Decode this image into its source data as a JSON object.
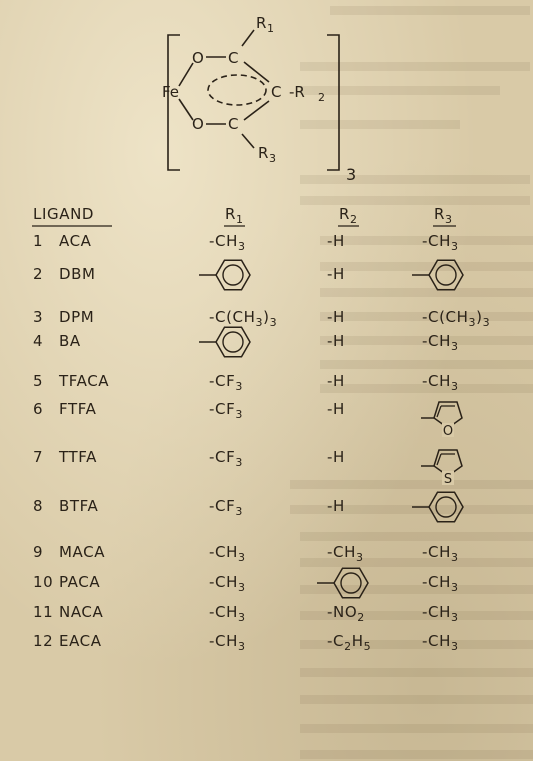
{
  "structure": {
    "metal": "Fe",
    "oxygen_top": "O",
    "oxygen_bottom": "O",
    "carbon_top": "C",
    "carbon_mid": "C",
    "carbon_bottom": "C",
    "r1": "R",
    "r1_sub": "1",
    "r2_bond": "-R",
    "r2_sub": "2",
    "r3": "R",
    "r3_sub": "3",
    "multiplier": "3"
  },
  "table": {
    "headers": {
      "ligand": "LIGAND",
      "r1": "R",
      "r1_sub": "1",
      "r2": "R",
      "r2_sub": "2",
      "r3": "R",
      "r3_sub": "3"
    },
    "rows": [
      {
        "num": "1.",
        "name": "ACA",
        "r1": "-CH3",
        "r2": "-H",
        "r3": "-CH3"
      },
      {
        "num": "2.",
        "name": "DBM",
        "r1": "phenyl",
        "r2": "-H",
        "r3": "phenyl"
      },
      {
        "num": "3.",
        "name": "DPM",
        "r1": "-C(CH3)3",
        "r2": "-H",
        "r3": "-C(CH3)3"
      },
      {
        "num": "4.",
        "name": "BA",
        "r1": "phenyl",
        "r2": "-H",
        "r3": "-CH3"
      },
      {
        "num": "5",
        "name": "TFACA",
        "r1": "-CF3",
        "r2": "-H",
        "r3": "-CH3"
      },
      {
        "num": "6.",
        "name": "FTFA",
        "r1": "-CF3",
        "r2": "-H",
        "r3": "furyl"
      },
      {
        "num": "7.",
        "name": "TTFA",
        "r1": "-CF3",
        "r2": "-H",
        "r3": "thienyl"
      },
      {
        "num": "8.",
        "name": "BTFA",
        "r1": "-CF3",
        "r2": "-H",
        "r3": "phenyl"
      },
      {
        "num": "9.",
        "name": "MACA",
        "r1": "-CH3",
        "r2": "-CH3",
        "r3": "-CH3"
      },
      {
        "num": "10.",
        "name": "PACA",
        "r1": "-CH3",
        "r2": "phenyl",
        "r3": "-CH3"
      },
      {
        "num": "11.",
        "name": "NACA",
        "r1": "-CH3",
        "r2": "-NO2",
        "r3": "-CH3"
      },
      {
        "num": "12.",
        "name": "EACA",
        "r1": "-CH3",
        "r2": "-C2H5",
        "r3": "-CH3"
      }
    ],
    "ring_labels": {
      "furan_heteroatom": "O",
      "thiophene_heteroatom": "S"
    }
  },
  "colors": {
    "ink": "#2a2218",
    "paper": "#d9caa7"
  }
}
